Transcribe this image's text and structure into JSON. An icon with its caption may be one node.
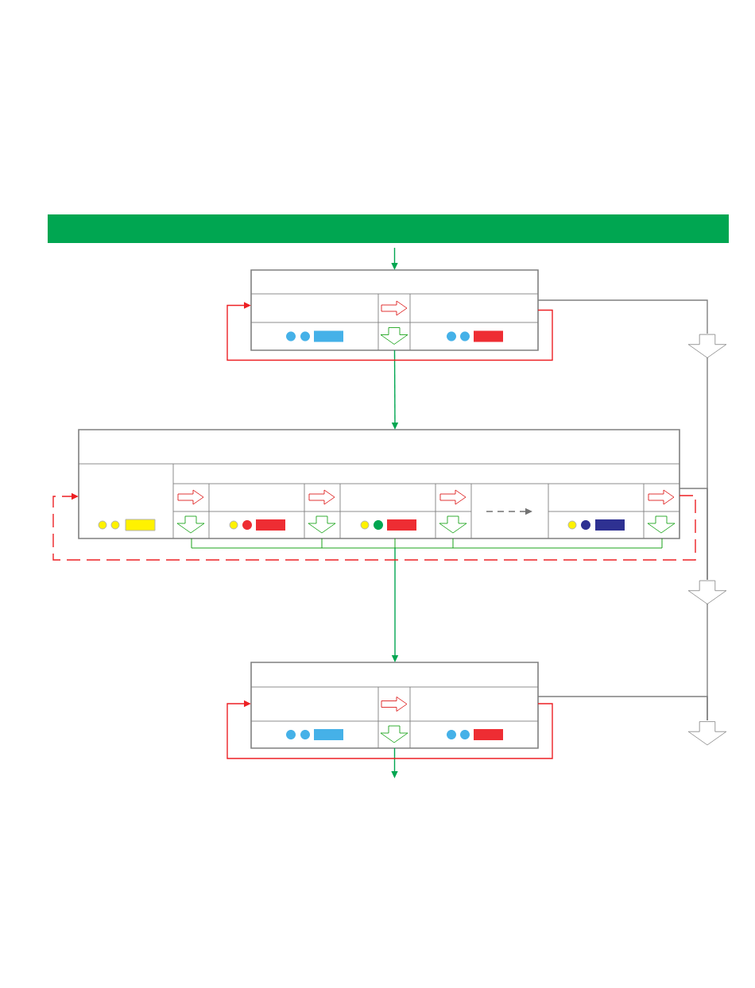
{
  "diagram": {
    "nodes": [
      {
        "text": [],
        "shape": "bar"
      },
      {
        "text": [],
        "shape": "box"
      },
      {
        "text": [],
        "shape": "box"
      },
      {
        "text": [],
        "shape": "box"
      },
      {
        "text": [],
        "shape": "arrow"
      },
      {
        "text": [],
        "shape": "arrow"
      },
      {
        "text": [],
        "shape": "arrow"
      }
    ],
    "edges": [
      {
        "from": 0,
        "to": 1,
        "arrow": "to",
        "color": "#00a651"
      },
      {
        "from": 1,
        "to": 2,
        "arrow": "to",
        "color": "#00a651"
      },
      {
        "from": 2,
        "to": 3,
        "arrow": "to",
        "color": "#00a651"
      },
      {
        "from": 3,
        "to": null,
        "arrow": "to",
        "color": "#00a651"
      },
      {
        "from": 1,
        "to": 1,
        "arrow": "to",
        "color": "#ed2024"
      },
      {
        "from": 2,
        "to": 2,
        "arrow": "to",
        "style": "dashed",
        "color": "#ed2024"
      },
      {
        "from": 3,
        "to": 3,
        "arrow": "to",
        "color": "#ed2024"
      },
      {
        "from": 1,
        "to": 4,
        "arrow": "none"
      },
      {
        "from": 4,
        "to": 5,
        "arrow": "none"
      },
      {
        "from": 5,
        "to": 6,
        "arrow": "none"
      },
      {
        "from": 2,
        "to": 5,
        "arrow": "none"
      },
      {
        "from": 3,
        "to": 6,
        "arrow": "none"
      }
    ]
  }
}
